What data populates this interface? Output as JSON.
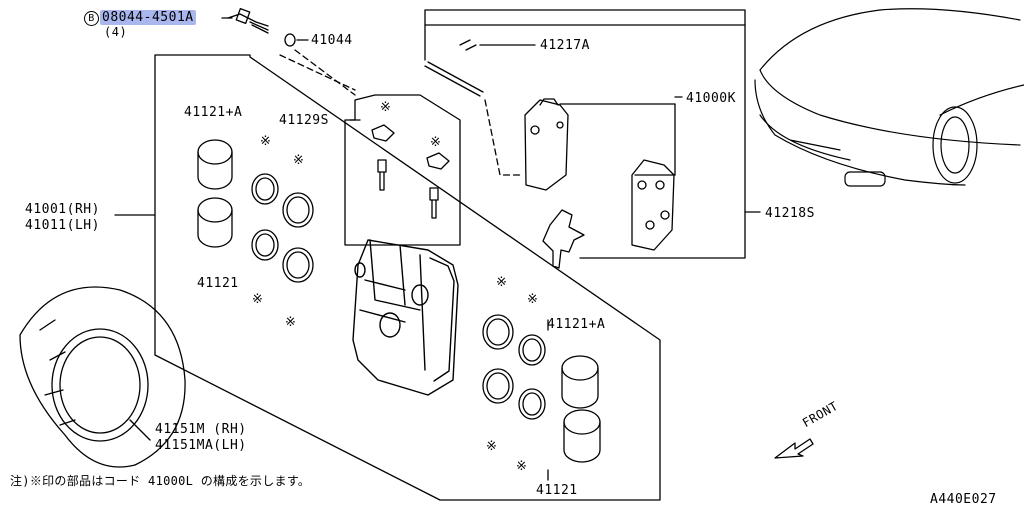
{
  "part_labels": {
    "bolt_code": "08044-4501A",
    "bolt_prefix": "B",
    "bolt_qty": "(4)",
    "washer": "41044",
    "pin": "41217A",
    "pad_kit": "41000K",
    "piston_a_left": "41121+A",
    "seal_kit": "41129S",
    "caliper_rh": "41001(RH)",
    "caliper_lh": "41011(LH)",
    "shim": "41218S",
    "piston_left": "41121",
    "piston_a_right": "41121+A",
    "piston_right": "41121",
    "shield_rh": "41151M  (RH)",
    "shield_lh": "41151MA(LH)"
  },
  "marker_symbol": "※",
  "footnote": "注)※印の部品はコード 41000L の構成を示します。",
  "direction_label": "FRONT",
  "figure_code": "A440E027"
}
